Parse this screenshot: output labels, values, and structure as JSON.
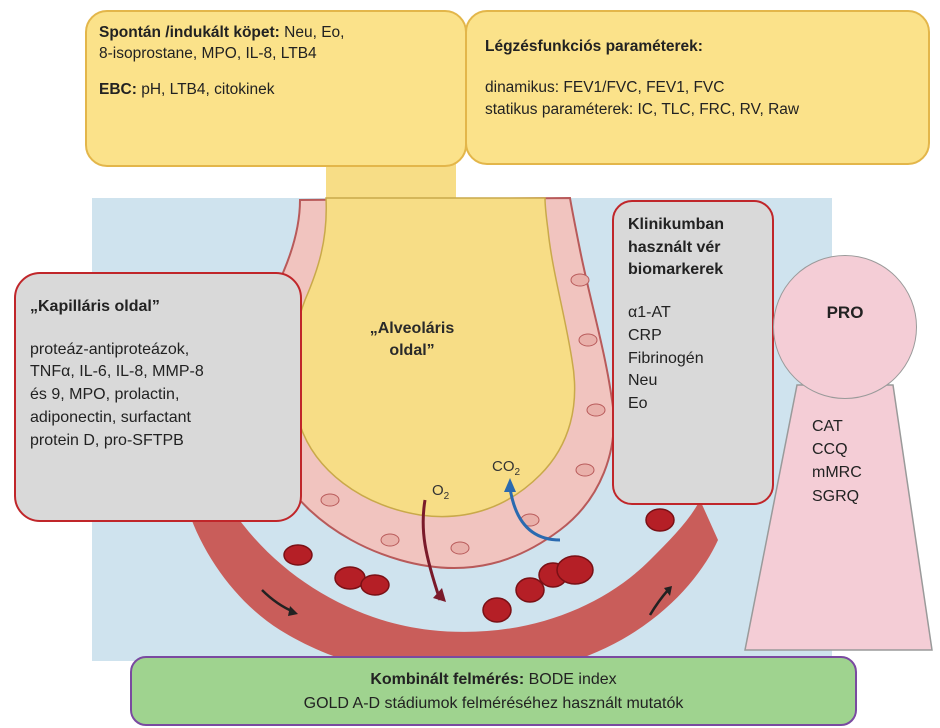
{
  "sputum": {
    "title": "Spontán /indukált köpet:",
    "line1_rest": " Neu, Eo,",
    "line2": "8-isoprostane, MPO, IL-8, LTB4",
    "ebc_title": "EBC:",
    "ebc_rest": " pH, LTB4, citokinek"
  },
  "lung_function": {
    "title": "Légzésfunkciós paraméterek:",
    "dynamic": "dinamikus: FEV1/FVC, FEV1, FVC",
    "static": "statikus paraméterek: IC, TLC, FRC, RV, Raw"
  },
  "capillary": {
    "title": "„Kapilláris oldal”",
    "lines": [
      "proteáz-antiproteázok,",
      "TNFα, IL-6, IL-8, MMP-8",
      "és 9, MPO, prolactin,",
      "adiponectin, surfactant",
      "protein D, pro-SFTPB"
    ]
  },
  "alveolar": {
    "line1": "„Alveoláris",
    "line2": "oldal”"
  },
  "blood": {
    "title_lines": [
      "Klinikumban",
      "használt vér",
      "biomarkerek"
    ],
    "items": [
      "α1-AT",
      "CRP",
      "Fibrinogén",
      "Neu",
      "Eo"
    ]
  },
  "pro": {
    "label": "PRO",
    "items": [
      "CAT",
      "CCQ",
      "mMRC",
      "SGRQ"
    ]
  },
  "gases": {
    "o2": "O",
    "co2": "CO",
    "sub": "2"
  },
  "combined": {
    "title": "Kombinált felmérés:",
    "title_rest": " BODE index",
    "line2": "GOLD A-D stádiumok felméréséhez használt mutatók"
  },
  "colors": {
    "background_panel": "#cfe3ee",
    "wall": "#f1c4bf",
    "alveolus": "#f7dd86",
    "vessel": "#c8453f",
    "cell": "#c0262a",
    "box_yellow": "#fbe28a",
    "box_gray": "#d9d9d9",
    "box_green": "#9fd38f",
    "pro_pink": "#f4cdd6"
  }
}
